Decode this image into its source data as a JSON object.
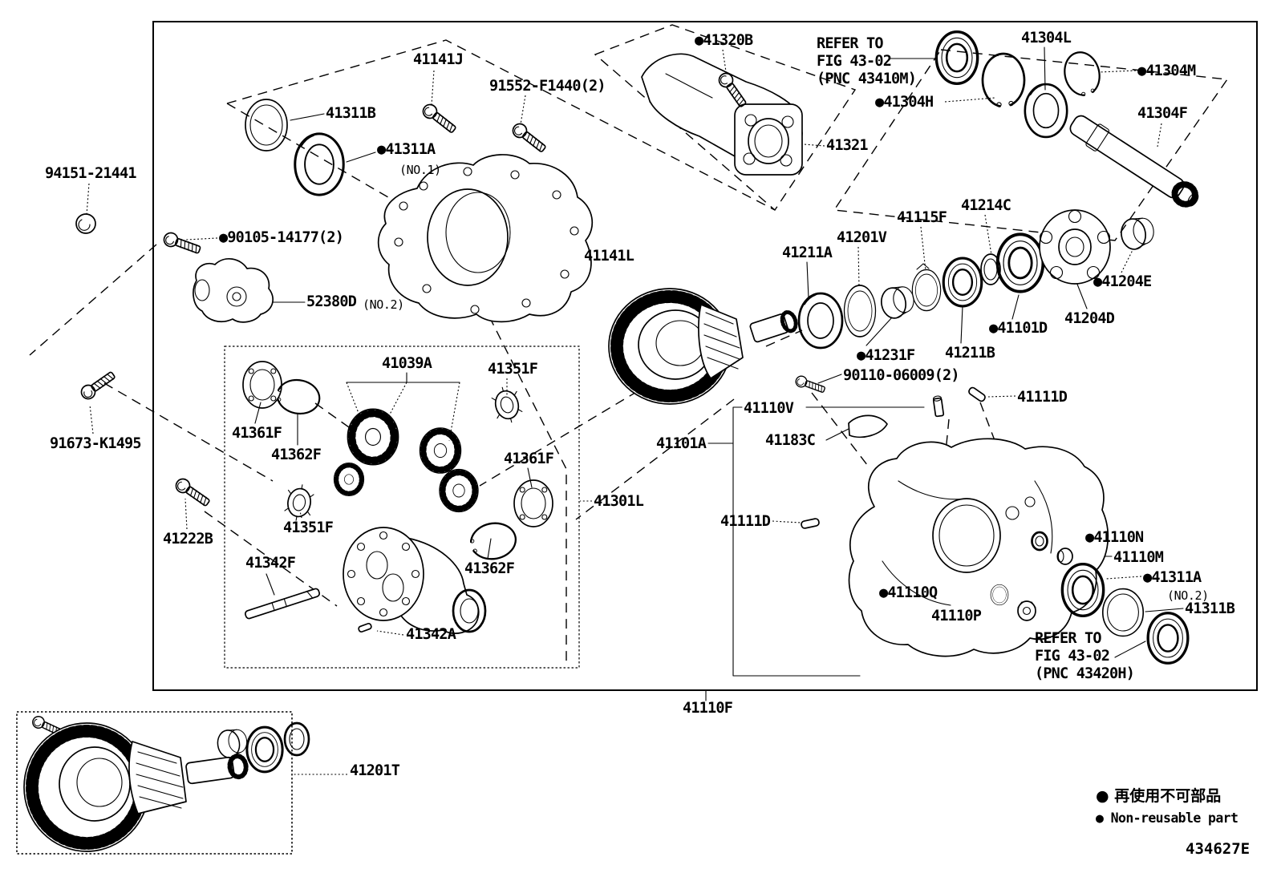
{
  "figure": {
    "code": "434627E"
  },
  "legend": {
    "jp": "● 再使用不可部品",
    "en": "● Non-reusable part"
  },
  "labels": [
    {
      "t": "94151-21441"
    },
    {
      "t": "41141J"
    },
    {
      "t": "91552-F1440(2)"
    },
    {
      "t": "41311B"
    },
    {
      "t": "●41311A"
    },
    {
      "t": "(NO.1)"
    },
    {
      "t": "●90105-14177(2)"
    },
    {
      "t": "52380D"
    },
    {
      "t": "(NO.2)"
    },
    {
      "t": "41141L"
    },
    {
      "t": "91673-K1495"
    },
    {
      "t": "●41320B"
    },
    {
      "t": "REFER TO\nFIG 43-02\n(PNC 43410M)"
    },
    {
      "t": "41304L"
    },
    {
      "t": "●41304M"
    },
    {
      "t": "●41304H"
    },
    {
      "t": "41304F"
    },
    {
      "t": "41321"
    },
    {
      "t": "41214C"
    },
    {
      "t": "41115F"
    },
    {
      "t": "41201V"
    },
    {
      "t": "41211A"
    },
    {
      "t": "●41204E"
    },
    {
      "t": "41204D"
    },
    {
      "t": "●41101D"
    },
    {
      "t": "41211B"
    },
    {
      "t": "●41231F"
    },
    {
      "t": "90110-06009(2)"
    },
    {
      "t": "41111D"
    },
    {
      "t": "41110V"
    },
    {
      "t": "41183C"
    },
    {
      "t": "41101A"
    },
    {
      "t": "41111D"
    },
    {
      "t": "●41110N"
    },
    {
      "t": "41110M"
    },
    {
      "t": "●41311A"
    },
    {
      "t": "(NO.2)"
    },
    {
      "t": "41311B"
    },
    {
      "t": "●41110Q"
    },
    {
      "t": "41110P"
    },
    {
      "t": "REFER TO\nFIG 43-02\n(PNC 43420H)"
    },
    {
      "t": "41110F"
    },
    {
      "t": "41039A"
    },
    {
      "t": "41351F"
    },
    {
      "t": "41361F"
    },
    {
      "t": "41362F"
    },
    {
      "t": "41361F"
    },
    {
      "t": "41301L"
    },
    {
      "t": "41351F"
    },
    {
      "t": "41222B"
    },
    {
      "t": "41342F"
    },
    {
      "t": "41362F"
    },
    {
      "t": "41342A"
    },
    {
      "t": "41201T"
    }
  ]
}
